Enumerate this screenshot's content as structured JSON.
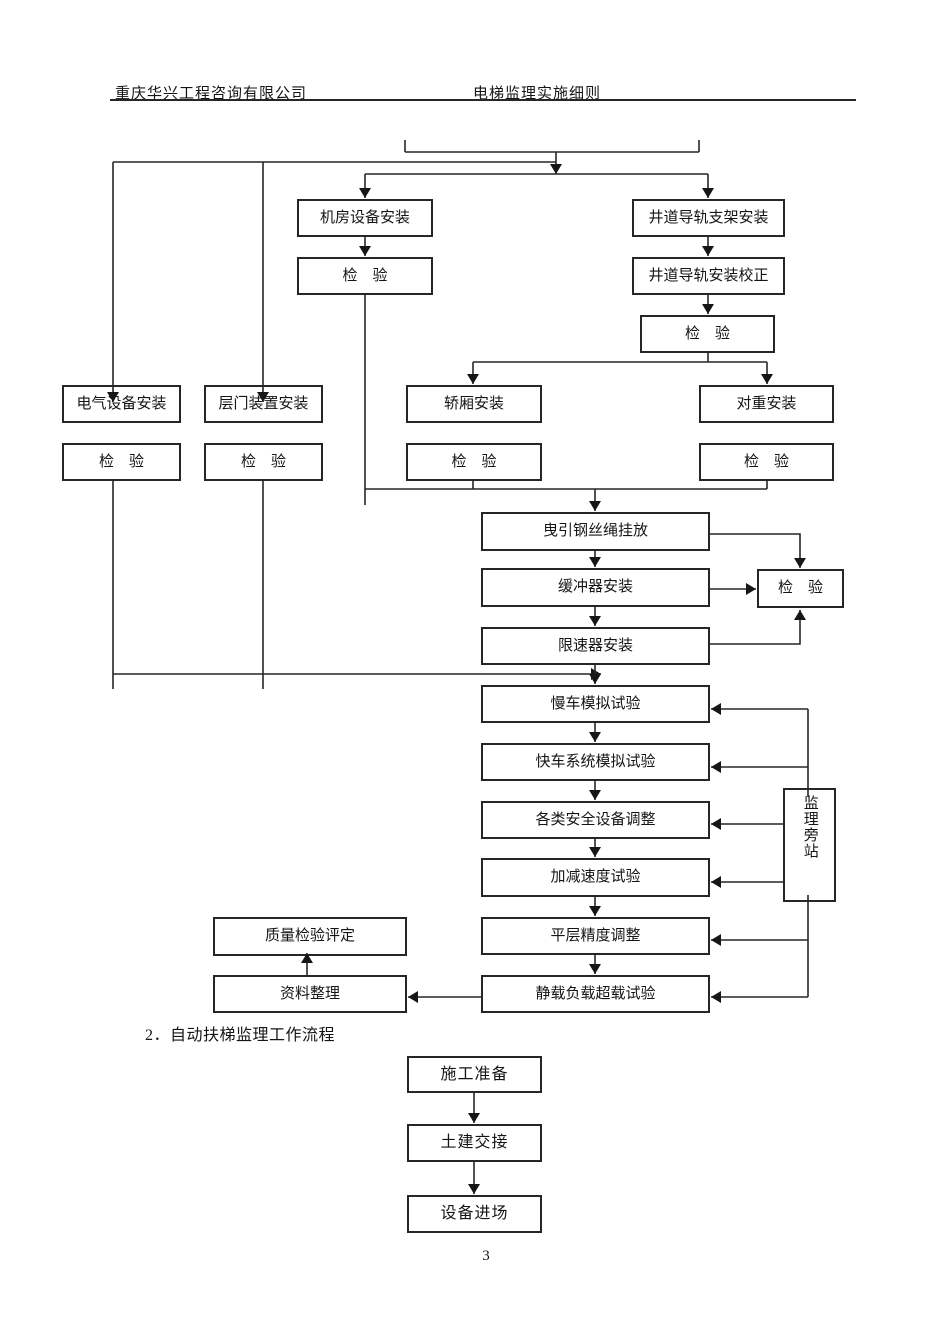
{
  "document": {
    "header": {
      "left": "重庆华兴工程咨询有限公司",
      "right": "电梯监理实施细则"
    },
    "footer": {
      "page_number": "3"
    }
  },
  "elevator_flow": {
    "nodes": {
      "machine_room": "机房设备安装",
      "machine_room_check": "检　验",
      "shaft_bracket": "井道导轨支架安装",
      "shaft_align": "井道导轨安装校正",
      "shaft_check": "检　验",
      "electrical": "电气设备安装",
      "electrical_check": "检　验",
      "landing_door": "层门装置安装",
      "landing_door_check": "检　验",
      "car": "轿厢安装",
      "car_check": "检　验",
      "counterweight": "对重安装",
      "counterweight_check": "检　验",
      "rope_hanging": "曳引钢丝绳挂放",
      "buffer_install": "缓冲器安装",
      "buffer_check": "检　验",
      "governor_install": "限速器安装",
      "slow_car_test": "慢车模拟试验",
      "fast_car_test": "快车系统模拟试验",
      "safety_adjust": "各类安全设备调整",
      "accel_decel_test": "加减速度试验",
      "leveling_adjust": "平层精度调整",
      "static_load_test": "静载负载超载试验",
      "quality_eval": "质量检验评定",
      "data_organize": "资料整理",
      "witness": "监理旁站"
    }
  },
  "escalator_flow": {
    "section_title": "2．自动扶梯监理工作流程",
    "nodes": {
      "construction_prep": "施工准备",
      "civil_handover": "土建交接",
      "equipment_entry": "设备进场"
    }
  }
}
